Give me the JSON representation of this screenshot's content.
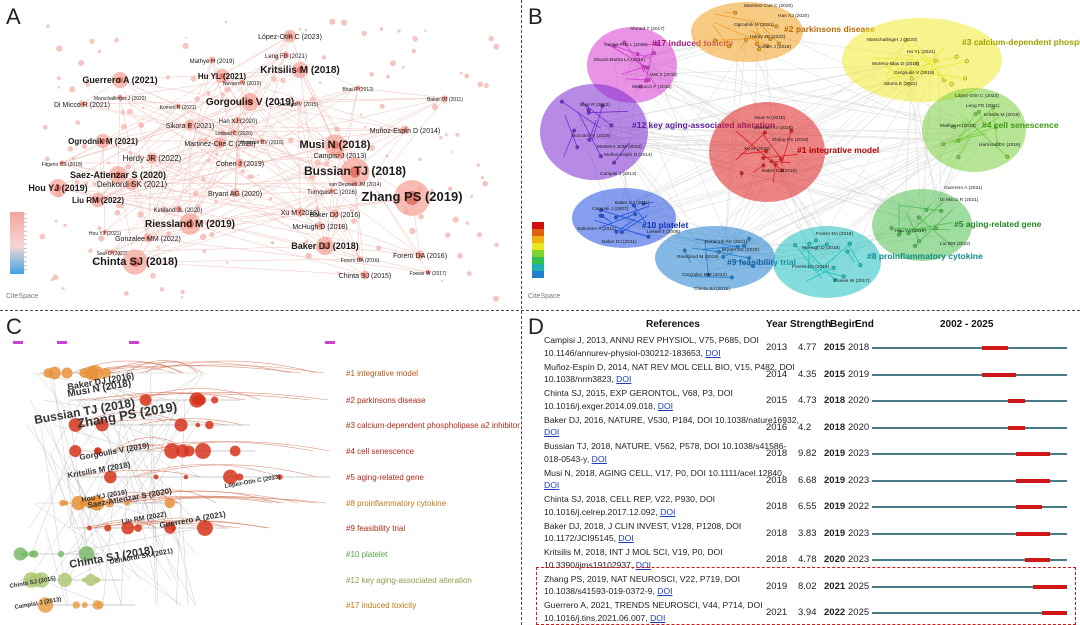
{
  "panel_labels": {
    "a": "A",
    "b": "B",
    "c": "C",
    "d": "D"
  },
  "panel_a": {
    "nodes": [
      {
        "label": "López-Otín C (2023)",
        "size": 7,
        "fs": 7
      },
      {
        "label": "Leng FD (2021)",
        "size": 4,
        "fs": 6
      },
      {
        "label": "Mathye H (2019)",
        "size": 4,
        "fs": 6
      },
      {
        "label": "Kritsilis M (2018)",
        "size": 9,
        "fs": 10,
        "bold": true
      },
      {
        "label": "Guerrero A (2021)",
        "size": 9,
        "fs": 9,
        "bold": true
      },
      {
        "label": "Hu YL (2021)",
        "size": 8,
        "fs": 8,
        "bold": true
      },
      {
        "label": "Navarro V (2019)",
        "size": 3,
        "fs": 5
      },
      {
        "label": "Bhat R (2012)",
        "size": 3,
        "fs": 5
      },
      {
        "label": "Baker DJ (2011)",
        "size": 3,
        "fs": 5
      },
      {
        "label": "Marschallinger J (2020)",
        "size": 3,
        "fs": 5
      },
      {
        "label": "Gorgoulis V (2019)",
        "size": 10,
        "fs": 10,
        "bold": true
      },
      {
        "label": "Di Micco R (2021)",
        "size": 4,
        "fs": 7
      },
      {
        "label": "Komeri R (2021)",
        "size": 3,
        "fs": 5
      },
      {
        "label": "Boccardi V (2015)",
        "size": 3,
        "fs": 5
      },
      {
        "label": "Han XJ (2020)",
        "size": 4,
        "fs": 6
      },
      {
        "label": "Harrison DV (2016)",
        "size": 3,
        "fs": 5
      },
      {
        "label": "Sikora E (2021)",
        "size": 6,
        "fs": 7
      },
      {
        "label": "Muñoz-Espín D (2014)",
        "size": 5,
        "fs": 7
      },
      {
        "label": "Limbad C (2020)",
        "size": 3,
        "fs": 5
      },
      {
        "label": "Ogrodnik M (2021)",
        "size": 8,
        "fs": 8,
        "bold": true
      },
      {
        "label": "Martinez-Cué C (2020)",
        "size": 6,
        "fs": 7
      },
      {
        "label": "Musi N (2018)",
        "size": 12,
        "fs": 11,
        "bold": true
      },
      {
        "label": "Campisi J (2013)",
        "size": 5,
        "fs": 7
      },
      {
        "label": "Fitgerio CS (2018)",
        "size": 3,
        "fs": 5
      },
      {
        "label": "Herdy JR (2022)",
        "size": 6,
        "fs": 8
      },
      {
        "label": "Cohen J (2019)",
        "size": 5,
        "fs": 7
      },
      {
        "label": "Bussian TJ (2018)",
        "size": 16,
        "fs": 12,
        "bold": true
      },
      {
        "label": "Saez-Atienzar S (2020)",
        "size": 10,
        "fs": 9,
        "bold": true
      },
      {
        "label": "Dehkordi SK (2021)",
        "size": 7,
        "fs": 8
      },
      {
        "label": "van Deursen JM (2014)",
        "size": 3,
        "fs": 5
      },
      {
        "label": "Hou YJ (2019)",
        "size": 10,
        "fs": 9,
        "bold": true
      },
      {
        "label": "Bryant AG (2020)",
        "size": 5,
        "fs": 7
      },
      {
        "label": "Turnquist C (2016)",
        "size": 3,
        "fs": 6
      },
      {
        "label": "Zhang PS (2019)",
        "size": 20,
        "fs": 13,
        "bold": true
      },
      {
        "label": "Liu RM (2022)",
        "size": 8,
        "fs": 8,
        "bold": true
      },
      {
        "label": "Kirkland JL (2020)",
        "size": 4,
        "fs": 6
      },
      {
        "label": "Xu M (2018)",
        "size": 5,
        "fs": 7
      },
      {
        "label": "Baker DJ (2016)",
        "size": 5,
        "fs": 7
      },
      {
        "label": "Riessland M (2019)",
        "size": 12,
        "fs": 10,
        "bold": true
      },
      {
        "label": "McHugh D (2018)",
        "size": 5,
        "fs": 7
      },
      {
        "label": "Hou YJ (2021)",
        "size": 3,
        "fs": 5
      },
      {
        "label": "Gonzalee MM (2022)",
        "size": 5,
        "fs": 7
      },
      {
        "label": "Baker DJ (2018)",
        "size": 10,
        "fs": 9,
        "bold": true
      },
      {
        "label": "Forero DA (2016)",
        "size": 5,
        "fs": 7
      },
      {
        "label": "Saul D (2022)",
        "size": 3,
        "fs": 5
      },
      {
        "label": "Forero DA (2016)",
        "size": 3,
        "fs": 5
      },
      {
        "label": "Chinta SJ (2018)",
        "size": 14,
        "fs": 11,
        "bold": true
      },
      {
        "label": "Chinta SJ (2015)",
        "size": 5,
        "fs": 7
      },
      {
        "label": "Foewe W (2017)",
        "size": 3,
        "fs": 5
      }
    ],
    "logo": "CiteSpace"
  },
  "panel_b": {
    "clusters": [
      {
        "label": "#17 induced toxicity",
        "color": "#d63ad0",
        "text_color": "#a0187a"
      },
      {
        "label": "#2 parkinsons disease",
        "color": "#f2a020",
        "text_color": "#b86a00"
      },
      {
        "label": "#3 calcium-dependent phospholipase a2 inhibitor",
        "color": "#f0ea30",
        "text_color": "#a0a000"
      },
      {
        "label": "#12 key aging-associated alteration",
        "color": "#7a2ad0",
        "text_color": "#5a1aa0"
      },
      {
        "label": "#1 integrative model",
        "color": "#e02020",
        "text_color": "#b00000"
      },
      {
        "label": "#4 cell senescence",
        "color": "#7ad040",
        "text_color": "#3a9a10"
      },
      {
        "label": "#10 platelet",
        "color": "#2050e0",
        "text_color": "#1030b0"
      },
      {
        "label": "#5 aging-related gene",
        "color": "#50c050",
        "text_color": "#208a20"
      },
      {
        "label": "#9 feasibility trial",
        "color": "#2080d0",
        "text_color": "#1060a0"
      },
      {
        "label": "#8 proinflammatory cytokine",
        "color": "#20c0c0",
        "text_color": "#108a8a"
      }
    ],
    "node_labels": [
      "Ahmed T (2017)",
      "Garcia-Prat L (2016)",
      "Wei Z (2016)",
      "Macari-Barba LA (2016)",
      "Meccocci P (2018)",
      "Martinez-Cué C (2020)",
      "Han XJ (2020)",
      "Ogrodnik M (2021)",
      "Herdy JR (2022)",
      "Cohen J (2019)",
      "Marschallinger J (2020)",
      "Hu YL (2021)",
      "Moreno-Blas D (2019)",
      "Gorgoulis V (2019)",
      "Sikora E (2021)",
      "Bhat R (2012)",
      "Boccardi V (2015)",
      "Mosteiro JCM (2014)",
      "Muñoz-Espín D (2014)",
      "Campisi J (2013)",
      "Musi N (2018)",
      "Bussian TJ (2018)",
      "Zhang PS (2019)",
      "Xu M (2018)",
      "Baker DJ (2018)",
      "López-Otín C (2023)",
      "Leng FD (2021)",
      "Kritsilis M (2018)",
      "Mathye H (2019)",
      "Harrison DV (2016)",
      "Baker DJ (2011)",
      "Campisi J (2007)",
      "Salminen A (2011)",
      "Baker DJ (2011)",
      "Lessel T (2008)",
      "Dehkordi SK (2021)",
      "Bryant AG (2020)",
      "Riessland M (2019)",
      "Gonzalez MM (2022)",
      "Chinta SJ (2015)",
      "Forero DA (2018)",
      "McHugh D (2018)",
      "Forero DA (2016)",
      "Foewe W (2017)",
      "Guerrero A (2021)",
      "Di Micco R (2021)",
      "Hou YJ (2019)",
      "Liu RM (2022)"
    ],
    "legend_colors": [
      "#d01010",
      "#e06010",
      "#f0b010",
      "#e8e820",
      "#80d030",
      "#30c050",
      "#20b0b0",
      "#2080d0"
    ],
    "logo": "CiteSpace"
  },
  "panel_c": {
    "clusters": [
      {
        "label": "#1 integrative model",
        "color": "#b05818"
      },
      {
        "label": "#2 parkinsons disease",
        "color": "#b02a18"
      },
      {
        "label": "#3 calcium-dependent phospholipase a2 inhibitor",
        "color": "#b02a18"
      },
      {
        "label": "#4 cell senescence",
        "color": "#b02a18"
      },
      {
        "label": "#5 aging-related gene",
        "color": "#b02a18"
      },
      {
        "label": "#8 proinflammatory cytokine",
        "color": "#c07818"
      },
      {
        "label": "#9 feasibility trial",
        "color": "#b02a18"
      },
      {
        "label": "#10 platelet",
        "color": "#5aa048"
      },
      {
        "label": "#12 key aging-associated alteration",
        "color": "#8aa048"
      },
      {
        "label": "#17 induced toxicity",
        "color": "#c07818"
      }
    ],
    "node_labels": [
      "Baker DJ (2016)",
      "Musi N (2018)",
      "Bussian TJ (2018)",
      "Zhang PS (2019)",
      "Gorgoulis V (2019)",
      "Kritsilis M (2018)",
      "Hou YJ (2019)",
      "Saez-Atienzar S (2020)",
      "Liu RM (2022)",
      "Guerrero A (2021)",
      "López-Otín C (2023)",
      "Chinta SJ (2015)",
      "Dehkordi SK (2021)",
      "Chinta SJ (2018)",
      "Campisi J (2013)"
    ]
  },
  "panel_d": {
    "headers": {
      "references": "References",
      "year": "Year",
      "strength": "Strength",
      "begin": "Begin",
      "end": "End",
      "range": "2002 - 2025"
    },
    "range_start": 2002,
    "range_end": 2025,
    "rows": [
      {
        "ref": "Campisi J, 2013, ANNU REV PHYSIOL, V75, P685, DOI 10.1146/annurev-physiol-030212-183653,",
        "doi": "DOI",
        "year": "2013",
        "strength": "4.77",
        "begin": "2015",
        "end": "2018"
      },
      {
        "ref": "Muñoz-Espín D, 2014, NAT REV MOL CELL BIO, V15, P482, DOI 10.1038/nrm3823,",
        "doi": "DOI",
        "year": "2014",
        "strength": "4.35",
        "begin": "2015",
        "end": "2019"
      },
      {
        "ref": "Chinta SJ, 2015, EXP GERONTOL, V68, P3, DOI 10.1016/j.exger.2014.09.018,",
        "doi": "DOI",
        "year": "2015",
        "strength": "4.73",
        "begin": "2018",
        "end": "2020"
      },
      {
        "ref": "Baker DJ, 2016, NATURE, V530, P184, DOI 10.1038/nature16932,",
        "doi": "DOI",
        "year": "2016",
        "strength": "4.2",
        "begin": "2018",
        "end": "2020"
      },
      {
        "ref": "Bussian TJ, 2018, NATURE, V562, P578, DOI 10.1038/s41586-018-0543-y,",
        "doi": "DOI",
        "year": "2018",
        "strength": "9.82",
        "begin": "2019",
        "end": "2023"
      },
      {
        "ref": "Musi N, 2018, AGING CELL, V17, P0, DOI 10.1111/acel.12840,",
        "doi": "DOI",
        "year": "2018",
        "strength": "6.68",
        "begin": "2019",
        "end": "2023"
      },
      {
        "ref": "Chinta SJ, 2018, CELL REP, V22, P930, DOI 10.1016/j.celrep.2017.12.092,",
        "doi": "DOI",
        "year": "2018",
        "strength": "6.55",
        "begin": "2019",
        "end": "2022"
      },
      {
        "ref": "Baker DJ, 2018, J CLIN INVEST, V128, P1208, DOI 10.1172/JCI95145,",
        "doi": "DOI",
        "year": "2018",
        "strength": "3.83",
        "begin": "2019",
        "end": "2023"
      },
      {
        "ref": "Kritsilis M, 2018, INT J MOL SCI, V19, P0, DOI 10.3390/ijms19102937,",
        "doi": "DOI",
        "year": "2018",
        "strength": "4.78",
        "begin": "2020",
        "end": "2023"
      },
      {
        "ref": "Zhang PS, 2019, NAT NEUROSCI, V22, P719, DOI 10.1038/s41593-019-0372-9,",
        "doi": "DOI",
        "year": "2019",
        "strength": "8.02",
        "begin": "2021",
        "end": "2025"
      },
      {
        "ref": "Guerrero A, 2021, TRENDS NEUROSCI, V44, P714, DOI 10.1016/j.tins.2021.06.007,",
        "doi": "DOI",
        "year": "2021",
        "strength": "3.94",
        "begin": "2022",
        "end": "2025"
      }
    ]
  },
  "chart_data": {
    "type": "table",
    "title": "",
    "columns": [
      "References",
      "Year",
      "Strength",
      "Begin",
      "End"
    ],
    "rows": [
      [
        "Campisi J, 2013",
        2013,
        4.77,
        2015,
        2018
      ],
      [
        "Muñoz-Espín D, 2014",
        2014,
        4.35,
        2015,
        2019
      ],
      [
        "Chinta SJ, 2015",
        2015,
        4.73,
        2018,
        2020
      ],
      [
        "Baker DJ, 2016",
        2016,
        4.2,
        2018,
        2020
      ],
      [
        "Bussian TJ, 2018",
        2018,
        9.82,
        2019,
        2023
      ],
      [
        "Musi N, 2018",
        2018,
        6.68,
        2019,
        2023
      ],
      [
        "Chinta SJ, 2018",
        2018,
        6.55,
        2019,
        2022
      ],
      [
        "Baker DJ, 2018",
        2018,
        3.83,
        2019,
        2023
      ],
      [
        "Kritsilis M, 2018",
        2018,
        4.78,
        2020,
        2023
      ],
      [
        "Zhang PS, 2019",
        2019,
        8.02,
        2021,
        2025
      ],
      [
        "Guerrero A, 2021",
        2021,
        3.94,
        2022,
        2025
      ]
    ],
    "timeline_range": [
      2002,
      2025
    ]
  }
}
